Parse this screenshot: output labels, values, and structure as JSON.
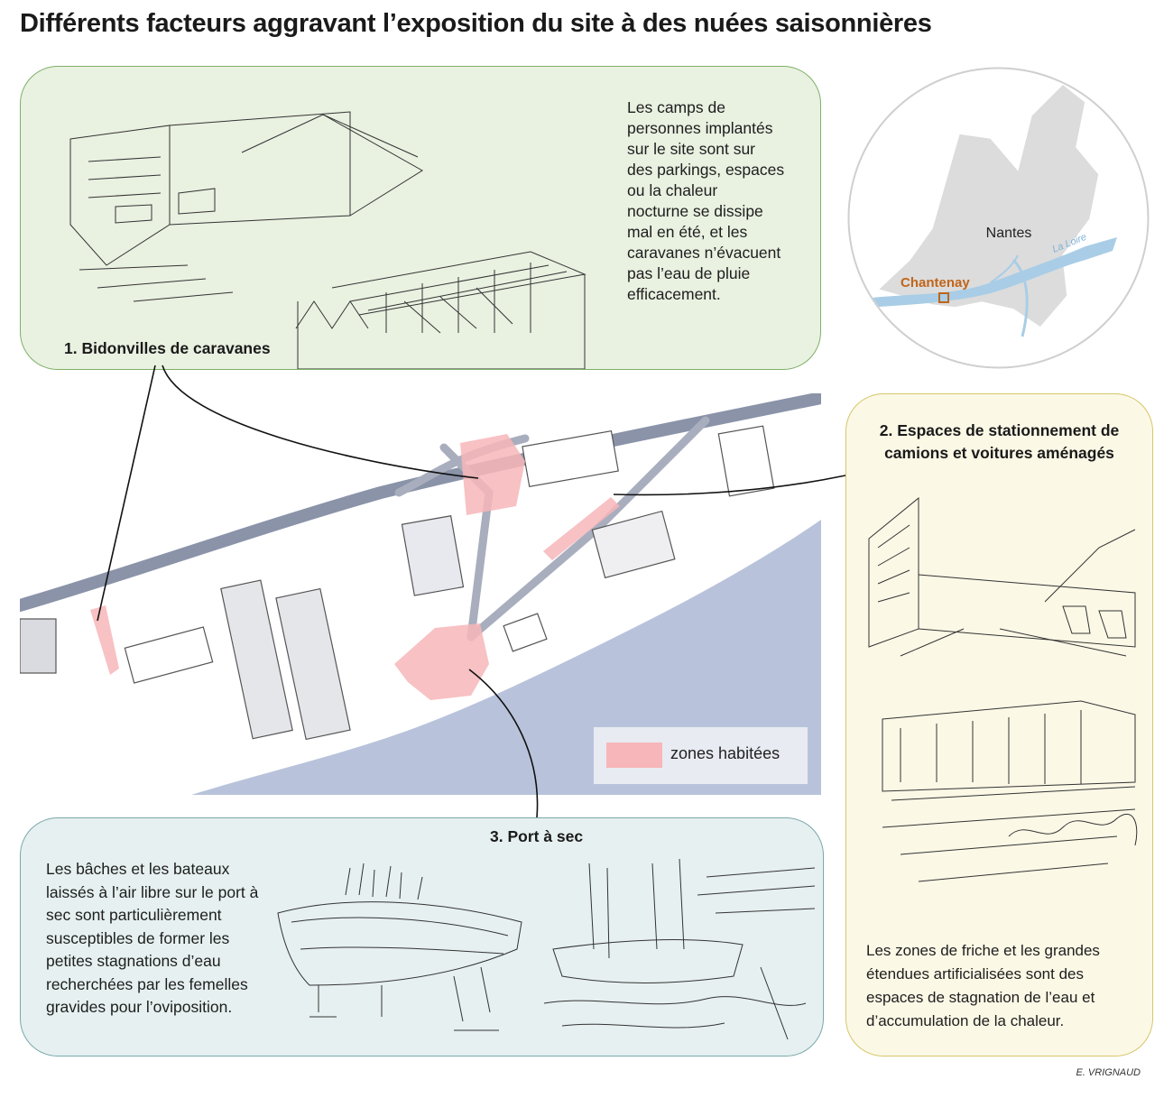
{
  "title": "Différents facteurs aggravant l’exposition du site à des nuées saisonnières",
  "panel1": {
    "heading": "1. Bidonvilles de caravanes",
    "text_lines": [
      "Les camps de",
      "personnes implantés",
      "sur le site sont sur",
      "des parkings, espaces",
      "ou la chaleur",
      "nocturne se dissipe",
      "mal en été, et les",
      "caravanes n’évacuent",
      "pas l’eau de pluie",
      "efficacement."
    ]
  },
  "panel2": {
    "heading_lines": [
      "2. Espaces de stationnement de",
      "camions et voitures aménagés"
    ],
    "text_lines": [
      "Les zones de friche et les grandes",
      "étendues artificialisées sont des",
      "espaces de stagnation de l’eau et",
      "d’accumulation de la chaleur."
    ]
  },
  "panel3": {
    "heading": "3. Port à sec",
    "text_lines": [
      "Les bâches et les bateaux",
      "laissés à l’air libre sur le port à",
      "sec sont particulièrement",
      "susceptibles de former les",
      "petites stagnations d’eau",
      "recherchées par les femelles",
      "gravides pour l’oviposition."
    ]
  },
  "locator": {
    "city_label": "Nantes",
    "site_label": "Chantenay",
    "river_label": "La Loire"
  },
  "legend": {
    "label": "zones habitées"
  },
  "credit": "E. VRIGNAUD",
  "colors": {
    "habited_zone": "#f7b6b9",
    "water": "#b8c3db",
    "panel1_bg": "#e9f1e1",
    "panel2_bg": "#fbf8e6",
    "panel3_bg": "#e6f0f0",
    "site_marker": "#c0651a"
  }
}
